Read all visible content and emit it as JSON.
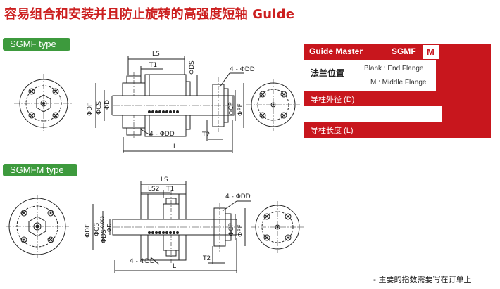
{
  "title": "容易组合和安装并且防止旋转的高强度短轴 Guide",
  "types": {
    "sgmf": "SGMF type",
    "sgmfm": "SGMFM type"
  },
  "drawing_sgmf": {
    "ls": "LS",
    "t1": "T1",
    "ds": "ΦDS",
    "dd_top": "4 - ΦDD",
    "df": "ΦDF",
    "cs": "ΦCS",
    "d": "ΦD",
    "cp": "ΦCP",
    "pf": "ΦPF",
    "dd_bottom": "4 - ΦDD",
    "t2": "T2",
    "l": "L"
  },
  "drawing_sgmfm": {
    "ls": "LS",
    "ls2": "LS2",
    "t1": "T1",
    "dd_top": "4 - ΦDD",
    "df": "ΦDF",
    "cs": "ΦCS",
    "ds": "ΦDS",
    "ds_tol": "-0.003",
    "d": "ΦD",
    "cp": "ΦCP",
    "pf": "ΦPF",
    "dd_bottom": "4 - ΦDD",
    "t2": "T2",
    "l": "L"
  },
  "spec_table": {
    "guide_master": "Guide Master",
    "model": "SGMF",
    "option": "M",
    "flange_label": "法兰位置",
    "flange_blank": "Blank : End Flange",
    "flange_m": "M : Middle Flange",
    "row_d": "导柱外径 (D)",
    "row_l": "导柱长度 (L)"
  },
  "footnote": "- 主要的指数需要写在订单上",
  "colors": {
    "title_red": "#cc1f1f",
    "tag_green": "#3d9a3d",
    "table_red": "#c8161d",
    "line": "#222222"
  }
}
